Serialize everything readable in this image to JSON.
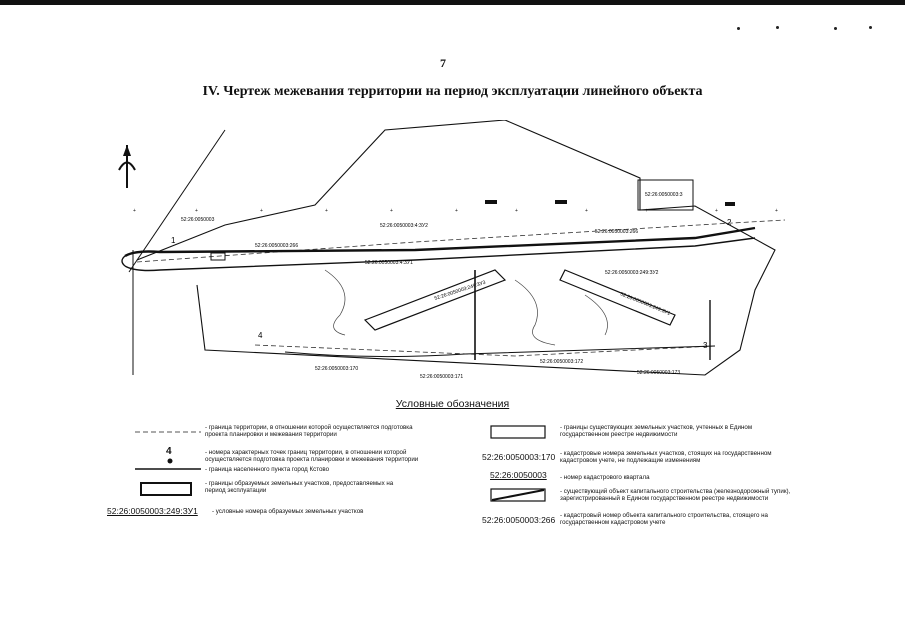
{
  "page_number": "7",
  "title": "IV. Чертеж межевания территории на период эксплуатации линейного объекта",
  "map": {
    "labels": [
      "52:26:0050003",
      "52:26:0050003:3",
      "52:26:0050003:4:ЗУ2",
      "52:26:0050003:266",
      "52:26:0050003:266",
      "52:26:0050003:249:ЗУ2",
      "52:26:0050003:4:ЗУ1",
      "52:26:0050003:249:ЗУ3",
      "52:26:0050003:249:ЗУ1",
      "52:26:0050003:170",
      "52:26:0050003:171",
      "52:26:0050003:172",
      "52:26:0050003:173"
    ],
    "point_numbers": [
      "1",
      "2",
      "3",
      "4"
    ]
  },
  "legend": {
    "title": "Условные обозначения",
    "items": {
      "territory_boundary": "- граница территории, в отношении которой осуществляется подготовка проекта планировки и межевания территории",
      "point_numbers": "- номера характерных точек границ территории, в отношении которой осуществляется подготовка проекта планировки и межевания территории",
      "point_example": "4",
      "settlement_boundary": "- граница населенного пункта город Кстово",
      "formed_plots": "- границы образуемых земельных участков, предоставляемых на период эксплуатации",
      "plot_code_example": "52:26:0050003:249:ЗУ1",
      "plot_code_desc": "- условные номера образуемых земельных участков",
      "existing_plots": "- границы существующих земельных участков, учтенных в Едином государственном реестре недвижимости",
      "cad_num_example": "52:26:0050003:170",
      "cad_num_desc": "- кадастровые номера земельных участков, стоящих на государственном кадастровом учете, не подлежащие изменениям",
      "quarter_example": "52:26:0050003",
      "quarter_desc": "- номер кадастрового квартала",
      "capital_object": "- существующий объект капитального строительства (железнодорожный тупик), зарегистрированный в Едином государственном реестре недвижимости",
      "capital_num_example": "52:26:0050003:266",
      "capital_num_desc": "- кадастровый номер объекта капитального строительства, стоящего на государственном кадастровом учете"
    }
  }
}
